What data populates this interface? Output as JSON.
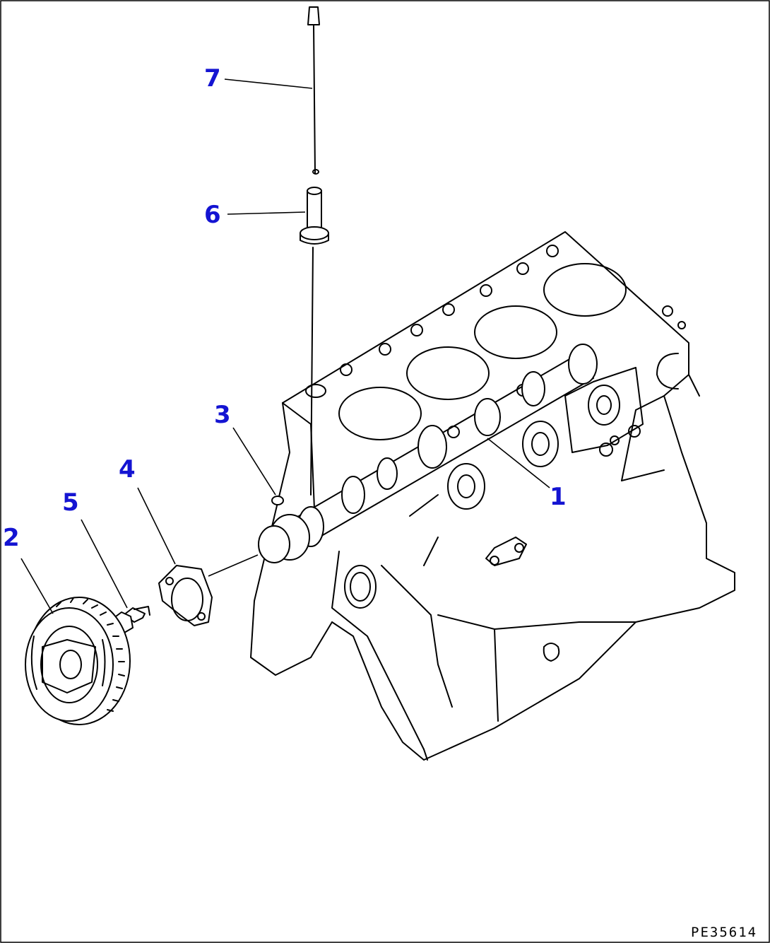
{
  "callouts": [
    {
      "id": "1",
      "label": "1"
    },
    {
      "id": "2",
      "label": "2"
    },
    {
      "id": "3",
      "label": "3"
    },
    {
      "id": "4",
      "label": "4"
    },
    {
      "id": "5",
      "label": "5"
    },
    {
      "id": "6",
      "label": "6"
    },
    {
      "id": "7",
      "label": "7"
    }
  ],
  "drawing_code": "PE35614",
  "colors": {
    "callout": "#1414d2",
    "line": "#000000",
    "background": "#ffffff"
  }
}
